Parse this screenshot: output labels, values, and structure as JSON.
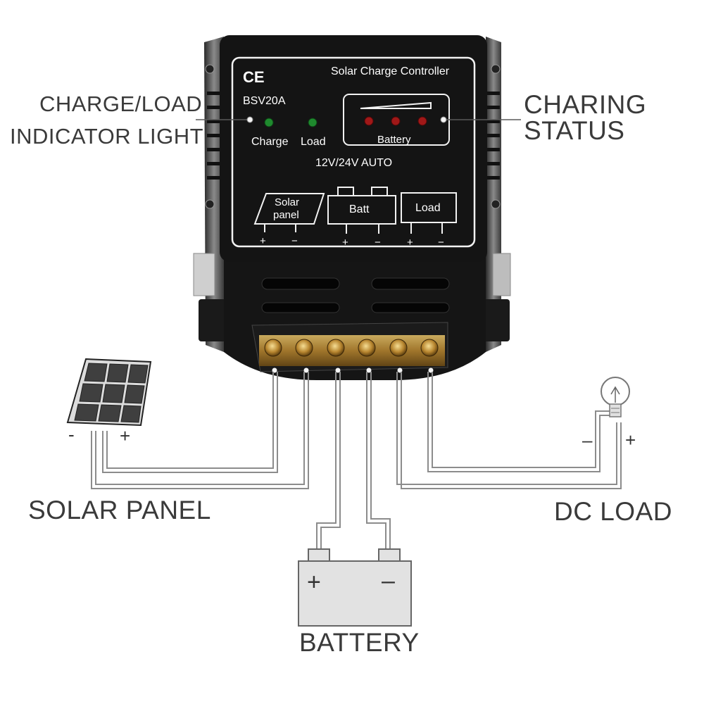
{
  "callouts": {
    "indicator_line1": "CHARGE/LOAD",
    "indicator_line2": "INDICATOR LIGHT",
    "status_line1": "CHARING",
    "status_line2": "STATUS"
  },
  "device": {
    "ce_mark": "CE",
    "title": "Solar Charge Controller",
    "model": "BSV20A",
    "led_charge": "Charge",
    "led_load": "Load",
    "battery_leds": "Battery",
    "voltage": "12V/24V  AUTO",
    "term_solar_line1": "Solar",
    "term_solar_line2": "panel",
    "term_batt": "Batt",
    "term_load": "Load",
    "plus": "+",
    "minus": "−"
  },
  "wiring": {
    "solar_minus": "-",
    "solar_plus": "+",
    "load_minus": "–",
    "load_plus": "+",
    "battery_plus": "+",
    "battery_minus": "–"
  },
  "labels": {
    "solar_panel": "SOLAR PANEL",
    "dc_load": "DC LOAD",
    "battery": "BATTERY"
  },
  "colors": {
    "device_body": "#141414",
    "wire": "#8c8c8c",
    "led_green": "#1f8a2e",
    "led_red": "#a01818",
    "terminal_brass": "#b8862f",
    "battery_fill": "#e2e2e2"
  }
}
